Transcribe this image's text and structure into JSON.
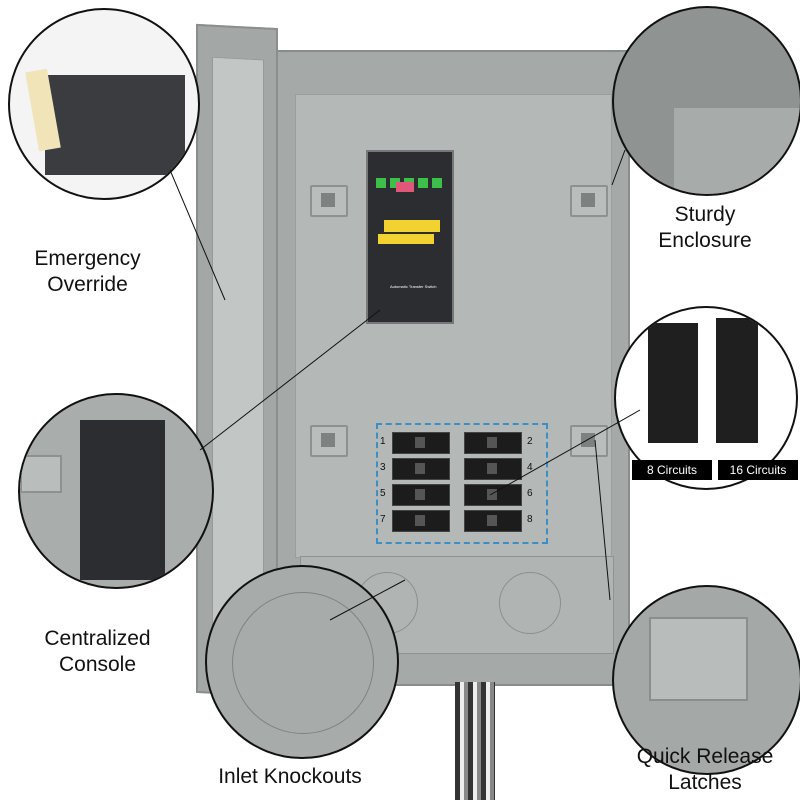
{
  "labels": {
    "emergency_override": "Emergency Override",
    "sturdy_enclosure": "Sturdy Enclosure",
    "centralized_console": "Centralized Console",
    "inlet_knockouts": "Inlet Knockouts",
    "quick_release_latches": "Quick Release Latches"
  },
  "console": {
    "title": "Automatic Transfer Switch"
  },
  "breaker_options": [
    "8 Circuits",
    "16 Circuits"
  ],
  "breaker_numbers": [
    "1",
    "2",
    "3",
    "4",
    "5",
    "6",
    "7",
    "8"
  ],
  "colors": {
    "enclosure": "#a9adac",
    "panel": "#b3b7b6",
    "console": "#2b2d30",
    "highlight_box": "#3b8fc4"
  }
}
